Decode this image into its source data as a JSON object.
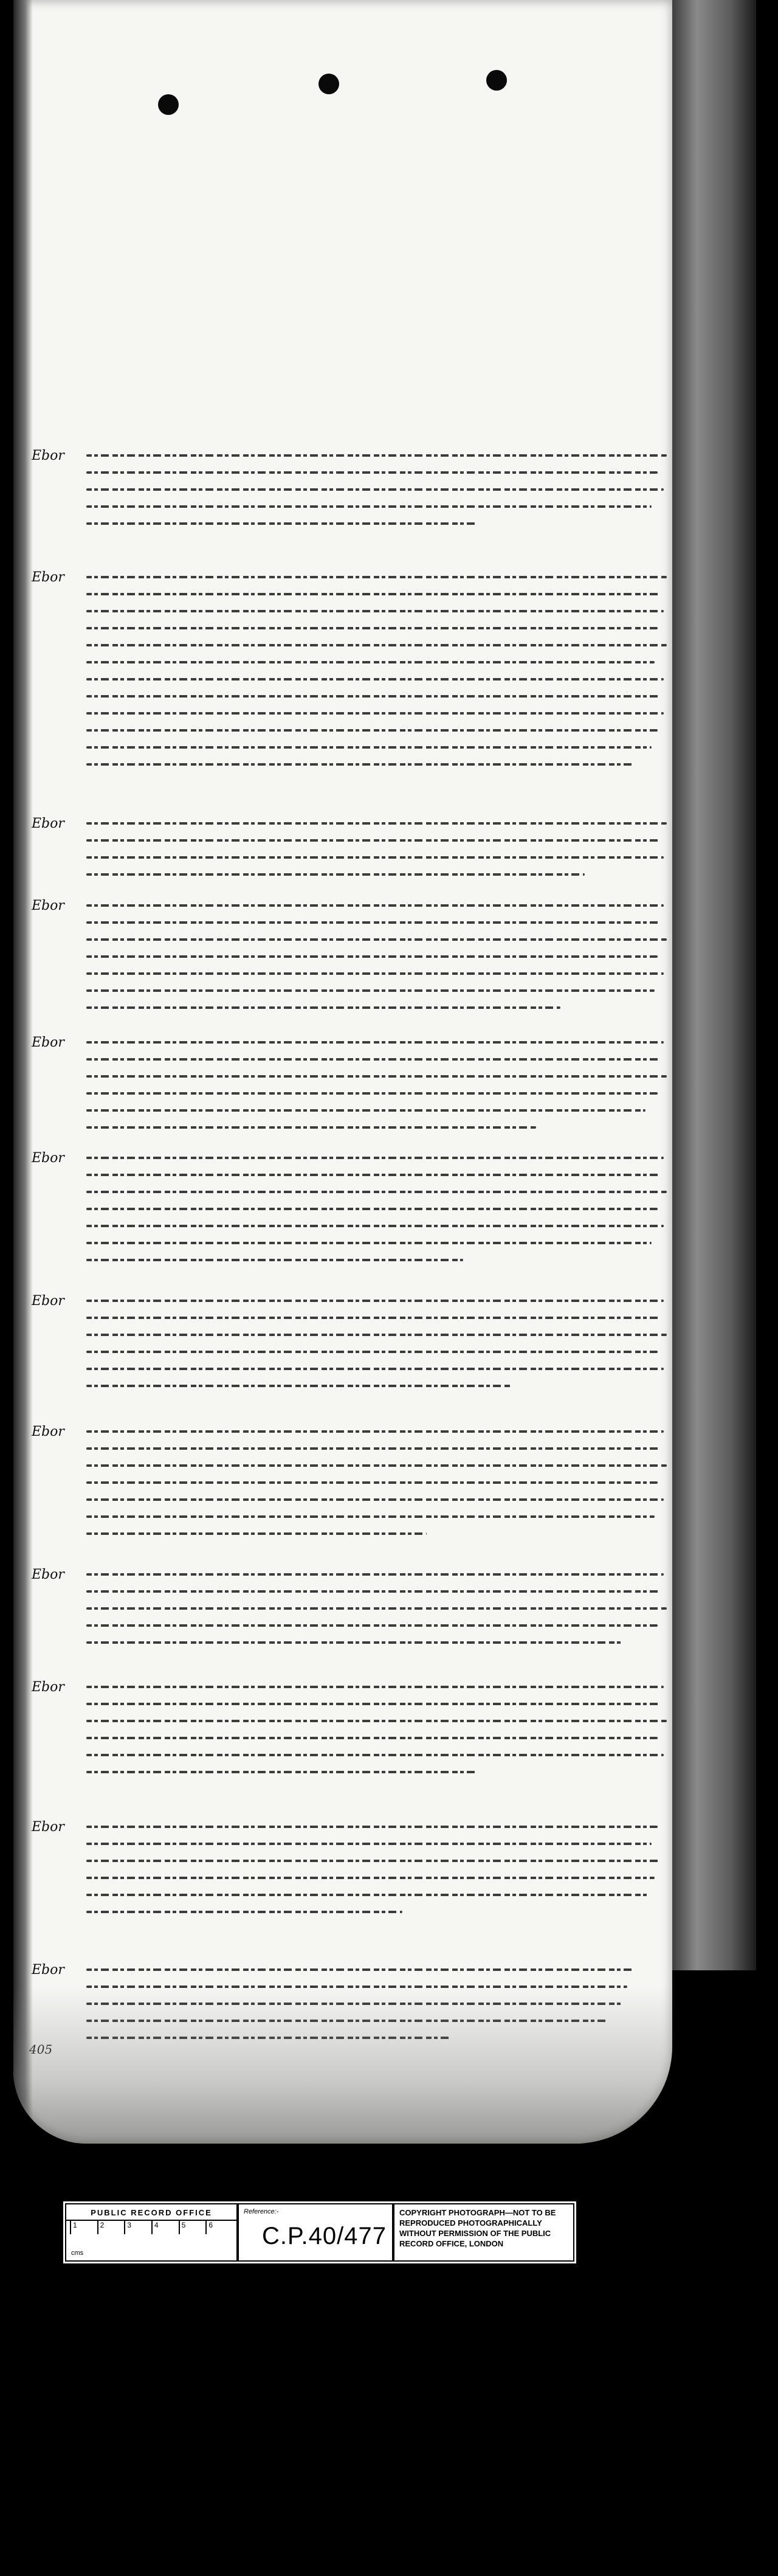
{
  "entries": [
    {
      "label": "Ebor"
    },
    {
      "label": "Ebor"
    },
    {
      "label": "Ebor"
    },
    {
      "label": "Ebor"
    },
    {
      "label": "Ebor"
    },
    {
      "label": "Ebor"
    },
    {
      "label": "Ebor"
    },
    {
      "label": "Ebor"
    },
    {
      "label": "Ebor"
    },
    {
      "label": "Ebor"
    },
    {
      "label": "Ebor"
    },
    {
      "label": "Ebor"
    }
  ],
  "folio": "405",
  "reference_strip": {
    "office": "PUBLIC RECORD OFFICE",
    "ruler_ticks": [
      "1",
      "2",
      "3",
      "4",
      "5",
      "6"
    ],
    "ruler_unit": "cms",
    "ref_label": "Reference:-",
    "ref_value": "C.P.40/477",
    "copyright": "COPYRIGHT PHOTOGRAPH—NOT TO BE REPRODUCED PHOTOGRAPHICALLY WITHOUT PERMISSION OF THE PUBLIC RECORD OFFICE, LONDON"
  }
}
